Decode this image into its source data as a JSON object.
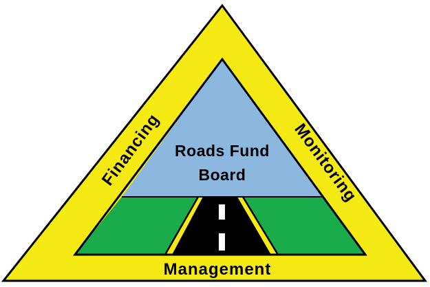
{
  "center_title": [
    "Roads Fund",
    "Board"
  ],
  "sides": {
    "left": "Financing",
    "right": "Monitoring",
    "bottom": "Management"
  },
  "colors": {
    "outer_triangle": "#f5ea14",
    "sky": "#8cb8e0",
    "grass": "#1aab4a",
    "road": "#000000",
    "road_edge": "#f5ea14",
    "lane_marking": "#ffffff",
    "outline": "#000000"
  }
}
